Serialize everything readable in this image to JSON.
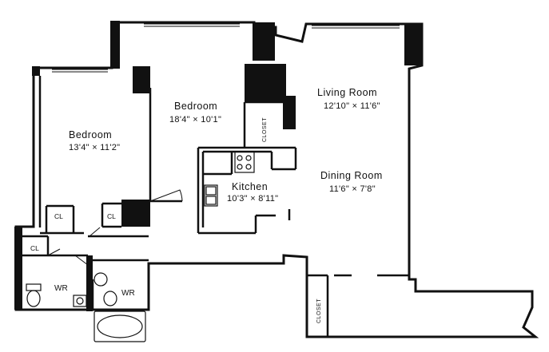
{
  "rooms": {
    "bedroom_left": {
      "name": "Bedroom",
      "dims": "13'4\" × 11'2\""
    },
    "bedroom_center": {
      "name": "Bedroom",
      "dims": "18'4\" × 10'1\""
    },
    "living_room": {
      "name": "Living Room",
      "dims": "12'10\" × 11'6\""
    },
    "dining_room": {
      "name": "Dining Room",
      "dims": "11'6\" × 7'8\""
    },
    "kitchen": {
      "name": "Kitchen",
      "dims": "10'3\" × 8'11\""
    }
  },
  "closets": {
    "cl_bedroom_left": "CL",
    "cl_bedroom_center": "CL",
    "cl_hall": "CL",
    "closet_center": "CLOSET",
    "closet_entry": "CLOSET"
  },
  "bathrooms": {
    "wr_left": "WR",
    "wr_right": "WR"
  },
  "colors": {
    "wall": "#111111",
    "background": "#ffffff"
  }
}
